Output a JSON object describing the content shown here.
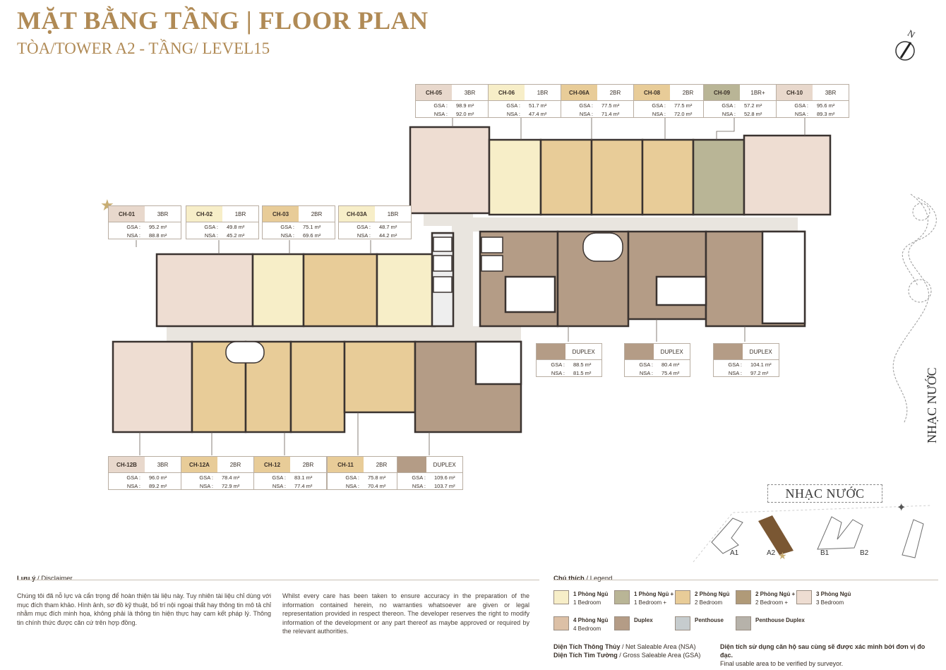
{
  "header": {
    "title": "MẶT BẰNG TẦNG | FLOOR PLAN",
    "subtitle": "TÒA/TOWER A2 - TẦNG/ LEVEL15",
    "compass_letter": "N"
  },
  "units_top": [
    {
      "code": "CH-05",
      "type": "3BR",
      "gsa_label": "GSA :",
      "gsa": "98.9 m²",
      "nsa_label": "NSA :",
      "nsa": "92.0 m²",
      "color": "#e8d8cc"
    },
    {
      "code": "CH-06",
      "type": "1BR",
      "gsa_label": "GSA :",
      "gsa": "51.7 m²",
      "nsa_label": "NSA :",
      "nsa": "47.4 m²",
      "color": "#f7eec8"
    },
    {
      "code": "CH-06A",
      "type": "2BR",
      "gsa_label": "GSA :",
      "gsa": "77.5 m²",
      "nsa_label": "NSA :",
      "nsa": "71.4 m²",
      "color": "#e8cc98"
    },
    {
      "code": "CH-08",
      "type": "2BR",
      "gsa_label": "GSA :",
      "gsa": "77.5 m²",
      "nsa_label": "NSA :",
      "nsa": "72.0 m²",
      "color": "#e8cc98"
    },
    {
      "code": "CH-09",
      "type": "1BR+",
      "gsa_label": "GSA :",
      "gsa": "57.2 m²",
      "nsa_label": "NSA :",
      "nsa": "52.8 m²",
      "color": "#b9b596"
    },
    {
      "code": "CH-10",
      "type": "3BR",
      "gsa_label": "GSA :",
      "gsa": "95.6 m²",
      "nsa_label": "NSA :",
      "nsa": "89.3 m²",
      "color": "#e8d8cc"
    }
  ],
  "units_mid": [
    {
      "code": "CH-01",
      "type": "3BR",
      "gsa_label": "GSA :",
      "gsa": "95.2 m²",
      "nsa_label": "NSA :",
      "nsa": "88.8 m²",
      "color": "#e8d8cc"
    },
    {
      "code": "CH-02",
      "type": "1BR",
      "gsa_label": "GSA :",
      "gsa": "49.8 m²",
      "nsa_label": "NSA :",
      "nsa": "45.2 m²",
      "color": "#f7eec8"
    },
    {
      "code": "CH-03",
      "type": "2BR",
      "gsa_label": "GSA :",
      "gsa": "75.1 m²",
      "nsa_label": "NSA :",
      "nsa": "69.6 m²",
      "color": "#e8cc98"
    },
    {
      "code": "CH-03A",
      "type": "1BR",
      "gsa_label": "GSA :",
      "gsa": "48.7 m²",
      "nsa_label": "NSA :",
      "nsa": "44.2 m²",
      "color": "#f7eec8"
    }
  ],
  "units_bottom": [
    {
      "code": "CH-12B",
      "type": "3BR",
      "gsa_label": "GSA :",
      "gsa": "96.0 m²",
      "nsa_label": "NSA :",
      "nsa": "89.2 m²",
      "color": "#e8d8cc"
    },
    {
      "code": "CH-12A",
      "type": "2BR",
      "gsa_label": "GSA :",
      "gsa": "78.4 m²",
      "nsa_label": "NSA :",
      "nsa": "72.9 m²",
      "color": "#e8cc98"
    },
    {
      "code": "CH-12",
      "type": "2BR",
      "gsa_label": "GSA :",
      "gsa": "83.1 m²",
      "nsa_label": "NSA :",
      "nsa": "77.4 m²",
      "color": "#e8cc98"
    },
    {
      "code": "CH-11",
      "type": "2BR",
      "gsa_label": "GSA :",
      "gsa": "75.8 m²",
      "nsa_label": "NSA :",
      "nsa": "70.4 m²",
      "color": "#e8cc98"
    }
  ],
  "duplex_units": [
    {
      "type": "DUPLEX",
      "gsa_label": "GSA :",
      "gsa": "109.6 m²",
      "nsa_label": "NSA :",
      "nsa": "103.7 m²"
    },
    {
      "type": "DUPLEX",
      "gsa_label": "GSA :",
      "gsa": "88.5 m²",
      "nsa_label": "NSA :",
      "nsa": "81.5 m²"
    },
    {
      "type": "DUPLEX",
      "gsa_label": "GSA :",
      "gsa": "80.4 m²",
      "nsa_label": "NSA :",
      "nsa": "75.4 m²"
    },
    {
      "type": "DUPLEX",
      "gsa_label": "GSA :",
      "gsa": "104.1 m²",
      "nsa_label": "NSA :",
      "nsa": "97.2 m²"
    }
  ],
  "site": {
    "label_box": "NHẠC NƯỚC",
    "label_vertical": "NHẠC NƯỚC",
    "towers": [
      "A1",
      "A2",
      "B1",
      "B2"
    ]
  },
  "disclaimer": {
    "title_vi": "Lưu ý",
    "title_en": " / Disclaimer",
    "text_vi": "Chúng tôi đã nỗ lực và cẩn trọng để hoàn thiện tài liệu này. Tuy nhiên tài liệu chỉ dùng với mục đích tham khảo. Hình ảnh, sơ đồ kỹ thuật, bố trí nội ngoại thất hay thông tin mô tả chỉ nhằm mục đích minh họa, không phải là thông tin hiện thực hay cam kết pháp lý. Thông tin chính thức được căn cứ trên hợp đồng.",
    "text_en": "Whilst every care has been taken to ensure accuracy in the preparation of the information contained herein, no warranties whatsoever are given or legal representation provided in respect thereon. The developer reserves the right to modify information of the development or any part thereof as maybe approved or required by the relevant authorities."
  },
  "legend": {
    "title_vi": "Chú thích",
    "title_en": " / Legend",
    "items": [
      {
        "vi": "1 Phòng Ngủ",
        "en": "1 Bedroom",
        "color": "#f7eec8"
      },
      {
        "vi": "1 Phòng Ngủ +",
        "en": "1 Bedroom +",
        "color": "#b9b596"
      },
      {
        "vi": "2 Phòng Ngủ",
        "en": "2 Bedroom",
        "color": "#e8cc98"
      },
      {
        "vi": "2 Phòng Ngủ +",
        "en": "2 Bedroom +",
        "color": "#b09a78"
      },
      {
        "vi": "3 Phòng Ngủ",
        "en": "3 Bedroom",
        "color": "#eeddd2"
      },
      {
        "vi": "4 Phòng Ngủ",
        "en": "4 Bedroom",
        "color": "#dcc0a6"
      },
      {
        "vi": "Duplex",
        "en": "",
        "color": "#b49c86"
      },
      {
        "vi": "Penthouse",
        "en": "",
        "color": "#c6ccce"
      },
      {
        "vi": "Penthouse Duplex",
        "en": "",
        "color": "#b6b2aa"
      }
    ],
    "nsa_vi": "Diện Tích Thông Thủy",
    "nsa_en": " / Net Saleable Area (NSA)",
    "gsa_vi": "Diện Tích Tim Tường",
    "gsa_en": " / Gross Saleable Area (GSA)",
    "note_vi": "Diện tích sử dụng căn hộ sau cùng sẽ được xác minh bởi đơn vị đo đạc.",
    "note_en": "Final usable area to be verified by surveyor."
  }
}
